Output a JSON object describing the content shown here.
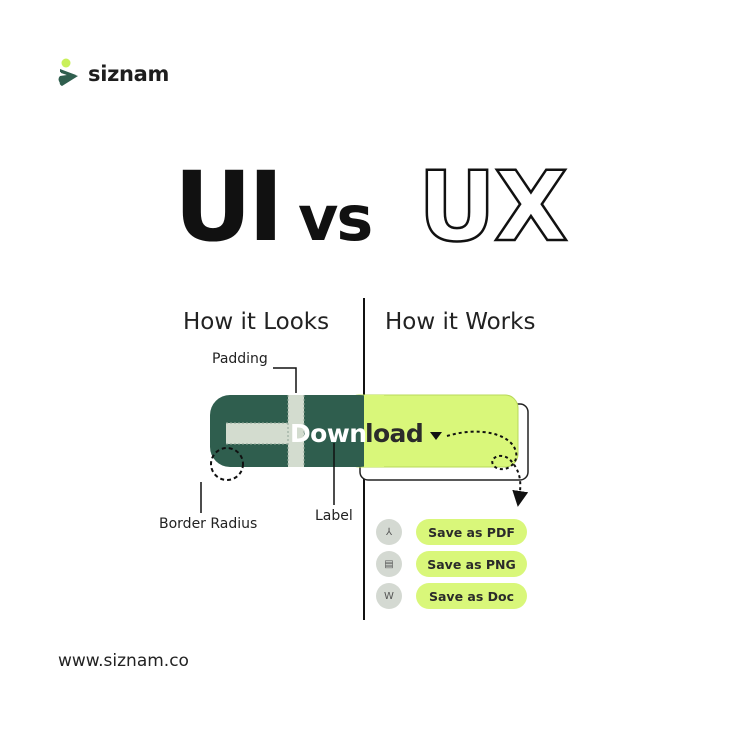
{
  "brand": {
    "name": "siznam",
    "url": "www.siznam.co"
  },
  "headline": {
    "ui": "UI",
    "vs": "vs",
    "ux": "UX"
  },
  "columns": {
    "left_title": "How it Looks",
    "right_title": "How it Works"
  },
  "annotations": {
    "padding": "Padding",
    "border_radius": "Border Radius",
    "label": "Label"
  },
  "button": {
    "label_left": "Down",
    "label_right": "load",
    "caret": "▾"
  },
  "menu": [
    {
      "label": "Save as PDF",
      "icon": "pdf-icon",
      "glyph": "⅄"
    },
    {
      "label": "Save as PNG",
      "icon": "png-icon",
      "glyph": "▤"
    },
    {
      "label": "Save as Doc",
      "icon": "doc-icon",
      "glyph": "W"
    }
  ],
  "colors": {
    "dark_green": "#2f5e4e",
    "lime": "#d9f77a",
    "padding_guide": "#d3dccf",
    "ink": "#111111"
  }
}
